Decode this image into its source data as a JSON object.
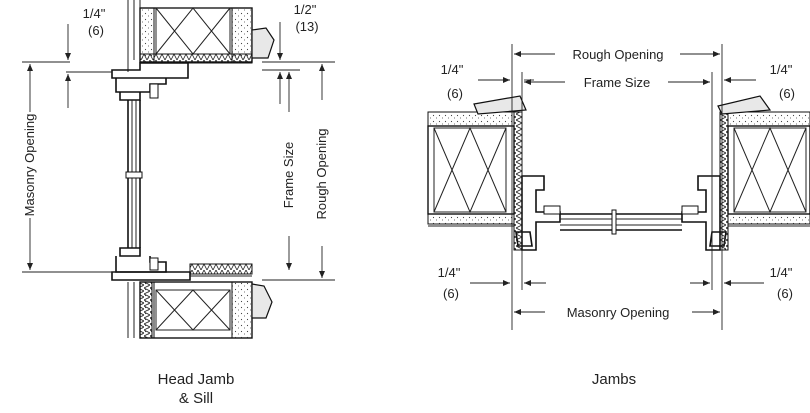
{
  "head_sill": {
    "top_left_fraction": "1/4\"",
    "top_left_metric": "(6)",
    "top_right_fraction": "1/2\"",
    "top_right_metric": "(13)",
    "masonry_opening": "Masonry Opening",
    "frame_size": "Frame Size",
    "rough_opening": "Rough Opening",
    "caption_line1": "Head Jamb",
    "caption_line2": "& Sill"
  },
  "jambs": {
    "rough_opening": "Rough Opening",
    "frame_size": "Frame Size",
    "masonry_opening": "Masonry Opening",
    "top_left_fraction": "1/4\"",
    "top_left_metric": "(6)",
    "top_right_fraction": "1/4\"",
    "top_right_metric": "(6)",
    "bottom_left_fraction": "1/4\"",
    "bottom_left_metric": "(6)",
    "bottom_right_fraction": "1/4\"",
    "bottom_right_metric": "(6)",
    "caption": "Jambs"
  }
}
